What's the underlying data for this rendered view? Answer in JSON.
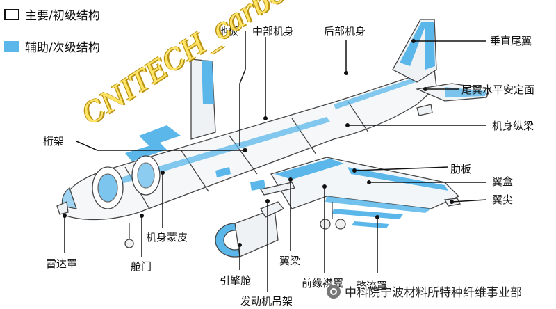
{
  "legend": {
    "primary_label": "主要/初级结构",
    "secondary_label": "辅助/次级结构",
    "primary_color": "#ffffff",
    "secondary_color": "#5bb7ea"
  },
  "labels": {
    "floor": "地板",
    "center_fuselage": "中部机身",
    "rear_fuselage": "后部机身",
    "vertical_tail": "垂直尾翼",
    "horizontal_stabilizer": "尾翼水平安定面",
    "stringer": "桁架",
    "longeron": "机身纵梁",
    "rib": "肋板",
    "wing_box": "翼盒",
    "wing_tip": "翼尖",
    "radome": "雷达罩",
    "fuselage_skin": "机身蒙皮",
    "hatch": "舱门",
    "nacelle": "引擎舱",
    "spar": "翼梁",
    "pylon": "发动机吊架",
    "leading_edge": "前缘襟翼",
    "fairing": "整流罩"
  },
  "watermark": "CNITECH_carbonfiber",
  "credit": "中科院宁波材料所特种纤维事业部",
  "colors": {
    "line": "#111111",
    "structure": "#5bb7ea",
    "outline": "#444444"
  }
}
